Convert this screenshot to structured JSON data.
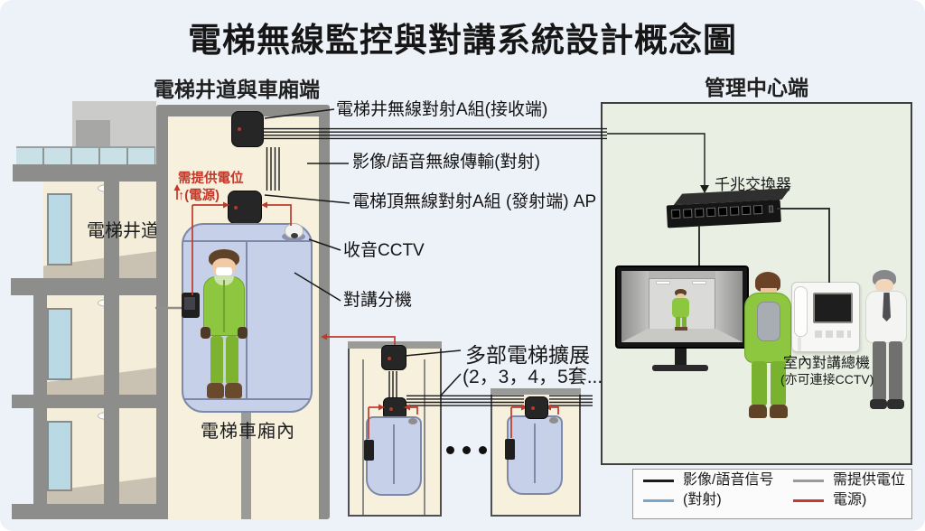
{
  "title": "電梯無線監控與對講系統設計概念圖",
  "shaft_side": {
    "header": "電梯井道與車廂端",
    "building_room_label": "電梯井道",
    "car_area_label": "電梯車廂內",
    "power_note_line1": "需提供電位",
    "power_note_line2": "↑(電源)",
    "callouts": {
      "receiver": "電梯井無線對射A組(接收端)",
      "wireless_link": "影像/語音無線傳輸(對射)",
      "transmitter": "電梯頂無線對射A組 (發射端) AP",
      "cctv": "收音CCTV",
      "intercom_extension": "對講分機",
      "expansion_line1": "多部電梯擴展",
      "expansion_line2": "(2，3，4，5套...)"
    }
  },
  "center_side": {
    "header": "管理中心端",
    "switch_label": "千兆交換器",
    "master_intercom_line1": "室內對講總機",
    "master_intercom_line2": "(亦可連接CCTV)"
  },
  "legend": {
    "items": [
      {
        "label": "影像/語音信号",
        "color": "#1a1a1a"
      },
      {
        "label": "(對射)",
        "color": "#7aa6c9"
      },
      {
        "label": "需提供電位",
        "color": "#9a9a98"
      },
      {
        "label": "電源)",
        "color": "#c23b32"
      }
    ]
  },
  "colors": {
    "canvas_background": "#edf1f8",
    "shaft_wall": "#8d8d8b",
    "shaft_interior": "#f6f0dc",
    "elevator_car": "#c6d1e9",
    "device_black": "#262626",
    "center_panel_background": "#e9efe2",
    "power_red": "#c0392b",
    "signal_black": "#1a1a1a",
    "suit_green": "#8dc63f"
  }
}
